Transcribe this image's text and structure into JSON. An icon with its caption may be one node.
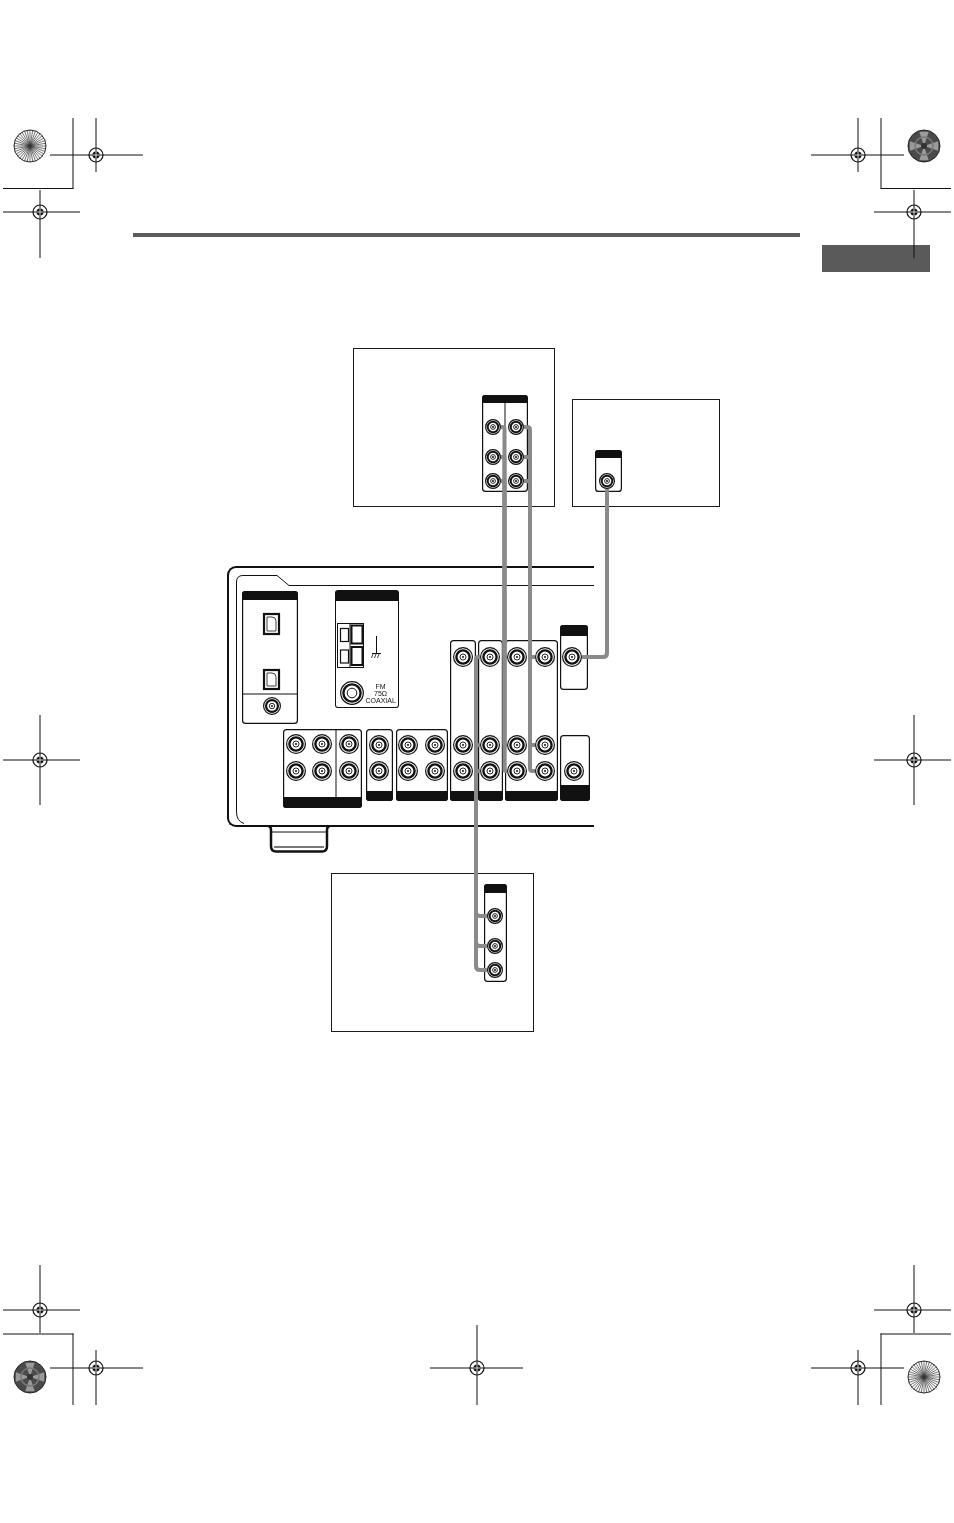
{
  "diagram": {
    "nodes": [
      {
        "text": [],
        "shape": "tab"
      },
      {
        "text": [],
        "shape": "box"
      },
      {
        "text": [],
        "shape": "circle",
        "in": 1
      },
      {
        "text": [],
        "shape": "circle",
        "in": 1
      },
      {
        "text": [],
        "shape": "circle",
        "in": 1
      },
      {
        "text": [],
        "shape": "circle",
        "in": 1
      },
      {
        "text": [],
        "shape": "circle",
        "in": 1
      },
      {
        "text": [],
        "shape": "circle",
        "in": 1
      },
      {
        "text": [],
        "shape": "box"
      },
      {
        "text": [],
        "shape": "circle",
        "in": 8
      },
      {
        "text": [],
        "shape": "picture"
      },
      {
        "text": [
          "FM 75Ω COAXIAL"
        ],
        "in": 10
      },
      {
        "text": [],
        "shape": "circle",
        "in": 10
      },
      {
        "text": [],
        "shape": "circle",
        "in": 10
      },
      {
        "text": [],
        "shape": "circle",
        "in": 10
      },
      {
        "text": [],
        "shape": "circle",
        "in": 10
      },
      {
        "text": [],
        "shape": "circle",
        "in": 10
      },
      {
        "text": [],
        "shape": "circle",
        "in": 10
      },
      {
        "text": [],
        "shape": "circle",
        "in": 10
      },
      {
        "text": [],
        "shape": "circle",
        "in": 10
      },
      {
        "text": [],
        "shape": "circle",
        "in": 10
      },
      {
        "text": [],
        "shape": "circle",
        "in": 10
      },
      {
        "text": [],
        "shape": "circle",
        "in": 10
      },
      {
        "text": [],
        "shape": "circle",
        "in": 10
      },
      {
        "text": [],
        "shape": "circle",
        "in": 10
      },
      {
        "text": [],
        "shape": "circle",
        "in": 10
      },
      {
        "text": [],
        "shape": "circle",
        "in": 10
      },
      {
        "text": [],
        "shape": "circle",
        "in": 10
      },
      {
        "text": [],
        "shape": "circle",
        "in": 10
      },
      {
        "text": [],
        "shape": "circle",
        "in": 10
      },
      {
        "text": [],
        "shape": "circle",
        "in": 10
      },
      {
        "text": [],
        "shape": "circle",
        "in": 10
      },
      {
        "text": [],
        "shape": "circle",
        "in": 10
      },
      {
        "text": [],
        "shape": "circle",
        "in": 10
      },
      {
        "text": [],
        "shape": "circle",
        "in": 10
      },
      {
        "text": [],
        "shape": "circle",
        "in": 10
      },
      {
        "text": [],
        "shape": "circle",
        "in": 10
      },
      {
        "text": [],
        "shape": "circle",
        "in": 10
      },
      {
        "text": [],
        "shape": "circle",
        "in": 10
      },
      {
        "text": [],
        "shape": "box"
      },
      {
        "text": [],
        "shape": "circle",
        "in": 39
      },
      {
        "text": [],
        "shape": "circle",
        "in": 39
      },
      {
        "text": [],
        "shape": "circle",
        "in": 39
      }
    ],
    "edges": [
      {
        "from": 2,
        "to": 14,
        "arrow": "none"
      },
      {
        "from": 4,
        "to": 26,
        "arrow": "none"
      },
      {
        "from": 6,
        "to": 36,
        "arrow": "none"
      },
      {
        "from": 3,
        "to": 15,
        "arrow": "none"
      },
      {
        "from": 5,
        "to": 27,
        "arrow": "none"
      },
      {
        "from": 7,
        "to": 37,
        "arrow": "none"
      },
      {
        "from": 9,
        "to": 16,
        "arrow": "none"
      },
      {
        "from": 13,
        "to": 40,
        "arrow": "none"
      },
      {
        "from": 25,
        "to": 41,
        "arrow": "none"
      },
      {
        "from": 35,
        "to": 42,
        "arrow": "none"
      }
    ]
  }
}
